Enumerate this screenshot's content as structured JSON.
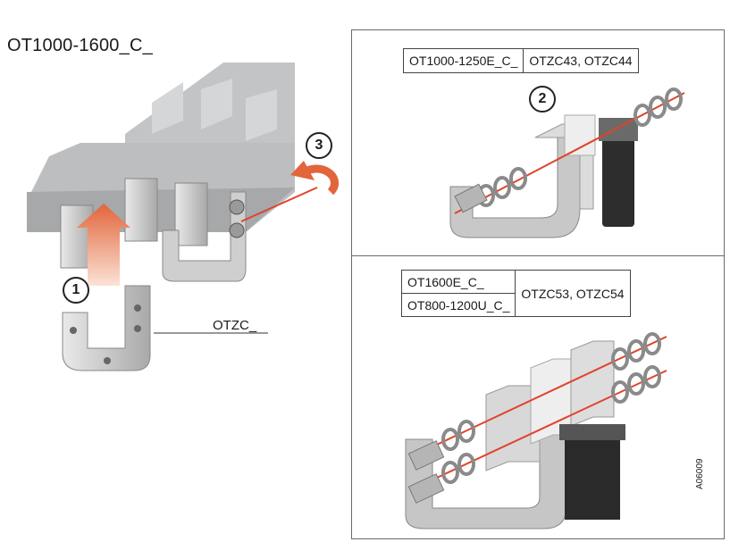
{
  "title": "OT1000-1600_C_",
  "left_callout": "OTZC_",
  "steps": [
    "1",
    "2",
    "3"
  ],
  "top_table": {
    "model": "OT1000-1250E_C_",
    "kits": "OTZC43, OTZC44"
  },
  "bottom_table": {
    "models": [
      "OT1600E_C_",
      "OT800-1200U_C_"
    ],
    "kits": "OTZC53, OTZC54"
  },
  "drawing_code": "A06009",
  "colors": {
    "arrow": "#e2653b",
    "bolt_line": "#e0432a",
    "metal": "#c9c9c9",
    "housing": "#b9bbbd"
  }
}
